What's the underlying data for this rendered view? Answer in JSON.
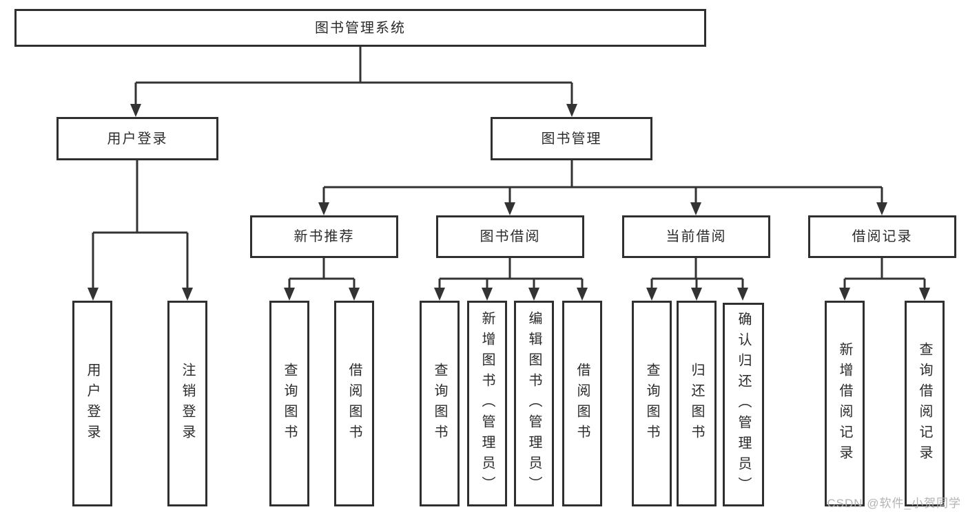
{
  "colors": {
    "line": "#333333",
    "box_border": "#2f2f2f",
    "box_fill": "#ffffff",
    "text": "#2b2b2b",
    "watermark": "#b3b3b3"
  },
  "tree": {
    "label": "图书管理系统",
    "children": [
      {
        "label": "用户登录",
        "children": [
          {
            "label": "用户登录"
          },
          {
            "label": "注销登录"
          }
        ]
      },
      {
        "label": "图书管理",
        "children": [
          {
            "label": "新书推荐",
            "children": [
              {
                "label": "查询图书"
              },
              {
                "label": "借阅图书"
              }
            ]
          },
          {
            "label": "图书借阅",
            "children": [
              {
                "label": "查询图书"
              },
              {
                "label": "新增图书（管理员）"
              },
              {
                "label": "编辑图书（管理员）"
              },
              {
                "label": "借阅图书"
              }
            ]
          },
          {
            "label": "当前借阅",
            "children": [
              {
                "label": "查询图书"
              },
              {
                "label": "归还图书"
              },
              {
                "label": "确认归还（管理员）"
              }
            ]
          },
          {
            "label": "借阅记录",
            "children": [
              {
                "label": "新增借阅记录"
              },
              {
                "label": "查询借阅记录"
              }
            ]
          }
        ]
      }
    ]
  },
  "watermark": {
    "text": "CSDN @软件_小贺同学"
  }
}
